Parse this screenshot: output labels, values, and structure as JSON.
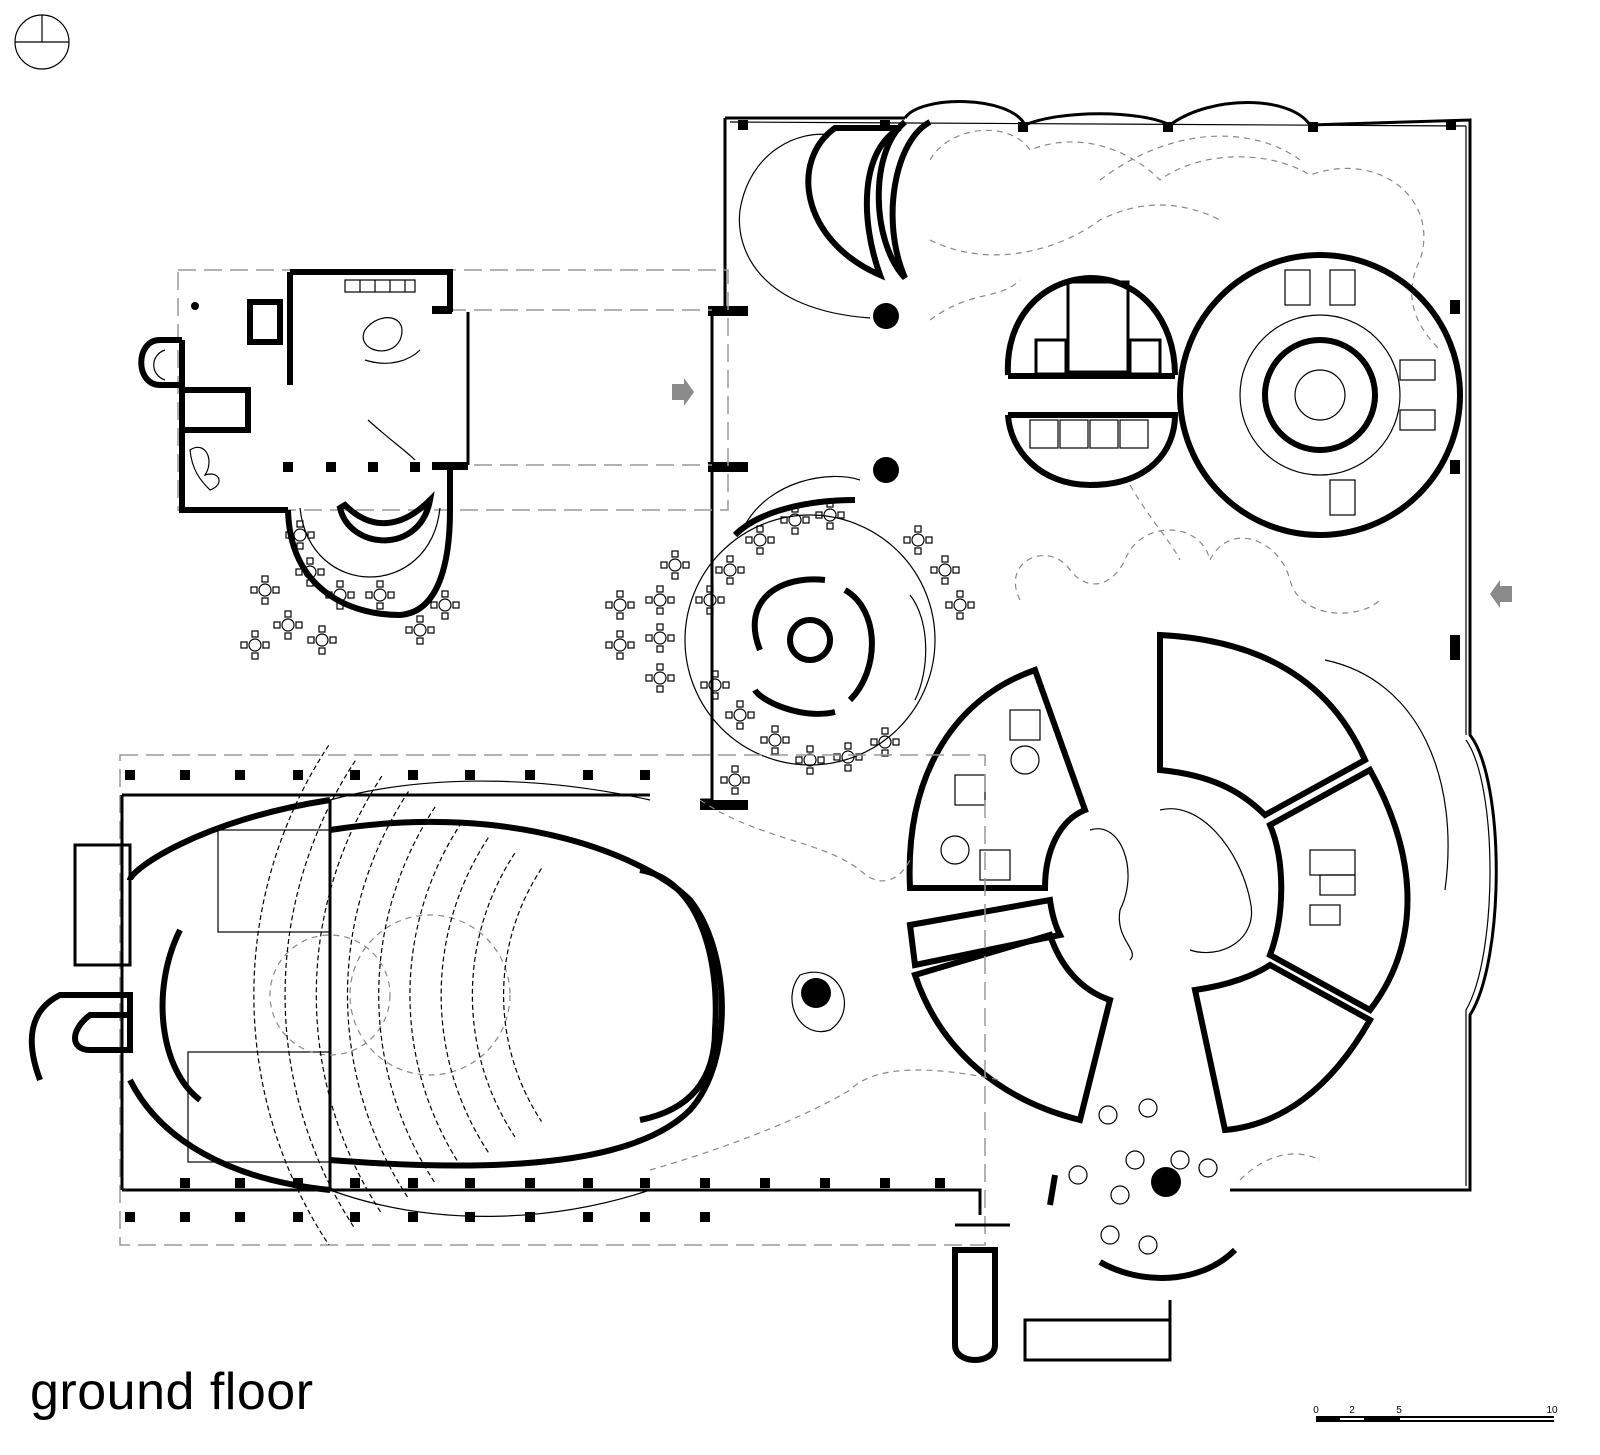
{
  "title": "ground floor",
  "scale_bar": {
    "ticks": [
      "0",
      "2",
      "5",
      "10"
    ]
  },
  "icons": {
    "north": "north-arrow-icon",
    "entrance_west": "entrance-arrow-icon",
    "entrance_east": "entrance-arrow-icon"
  }
}
